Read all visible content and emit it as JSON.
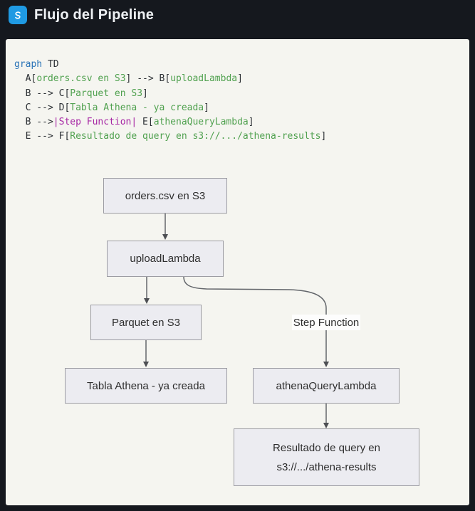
{
  "header": {
    "title": "Flujo del Pipeline"
  },
  "code": {
    "lines": [
      {
        "tokens": [
          {
            "t": "kw",
            "v": "graph"
          },
          {
            "t": "pl",
            "v": " TD"
          }
        ]
      },
      {
        "tokens": [
          {
            "t": "pl",
            "v": "  A["
          },
          {
            "t": "str",
            "v": "orders.csv en S3"
          },
          {
            "t": "pl",
            "v": "] --> B["
          },
          {
            "t": "str",
            "v": "uploadLambda"
          },
          {
            "t": "pl",
            "v": "]"
          }
        ]
      },
      {
        "tokens": [
          {
            "t": "pl",
            "v": "  B --> C["
          },
          {
            "t": "str",
            "v": "Parquet en S3"
          },
          {
            "t": "pl",
            "v": "]"
          }
        ]
      },
      {
        "tokens": [
          {
            "t": "pl",
            "v": "  C --> D["
          },
          {
            "t": "str",
            "v": "Tabla Athena - ya creada"
          },
          {
            "t": "pl",
            "v": "]"
          }
        ]
      },
      {
        "tokens": [
          {
            "t": "pl",
            "v": "  B -->"
          },
          {
            "t": "lbl",
            "v": "|Step Function|"
          },
          {
            "t": "pl",
            "v": " E["
          },
          {
            "t": "str",
            "v": "athenaQueryLambda"
          },
          {
            "t": "pl",
            "v": "]"
          }
        ]
      },
      {
        "tokens": [
          {
            "t": "pl",
            "v": "  E --> F["
          },
          {
            "t": "str",
            "v": "Resultado de query en s3://.../athena-results"
          },
          {
            "t": "pl",
            "v": "]"
          }
        ]
      }
    ]
  },
  "diagram": {
    "type": "flowchart",
    "direction": "TD",
    "nodes": {
      "A": {
        "label": "orders.csv en S3"
      },
      "B": {
        "label": "uploadLambda"
      },
      "C": {
        "label": "Parquet en S3"
      },
      "D": {
        "label": "Tabla Athena - ya creada"
      },
      "E": {
        "label": "athenaQueryLambda"
      },
      "F": {
        "label": "Resultado de query en s3://.../athena-results"
      }
    },
    "edges": [
      {
        "from": "A",
        "to": "B"
      },
      {
        "from": "B",
        "to": "C"
      },
      {
        "from": "C",
        "to": "D"
      },
      {
        "from": "B",
        "to": "E",
        "label": "Step Function"
      },
      {
        "from": "E",
        "to": "F"
      }
    ],
    "edge_label": "Step Function"
  },
  "colors": {
    "app_icon_blue": "#1f9ae3",
    "page_background": "#15181e",
    "panel_background": "#f5f5f0",
    "code_keyword": "#2973b7",
    "code_string": "#50a14f",
    "code_label": "#a626a4",
    "node_fill": "#ececf1",
    "node_border": "#9c9ca3",
    "edge_stroke": "#63666b"
  }
}
